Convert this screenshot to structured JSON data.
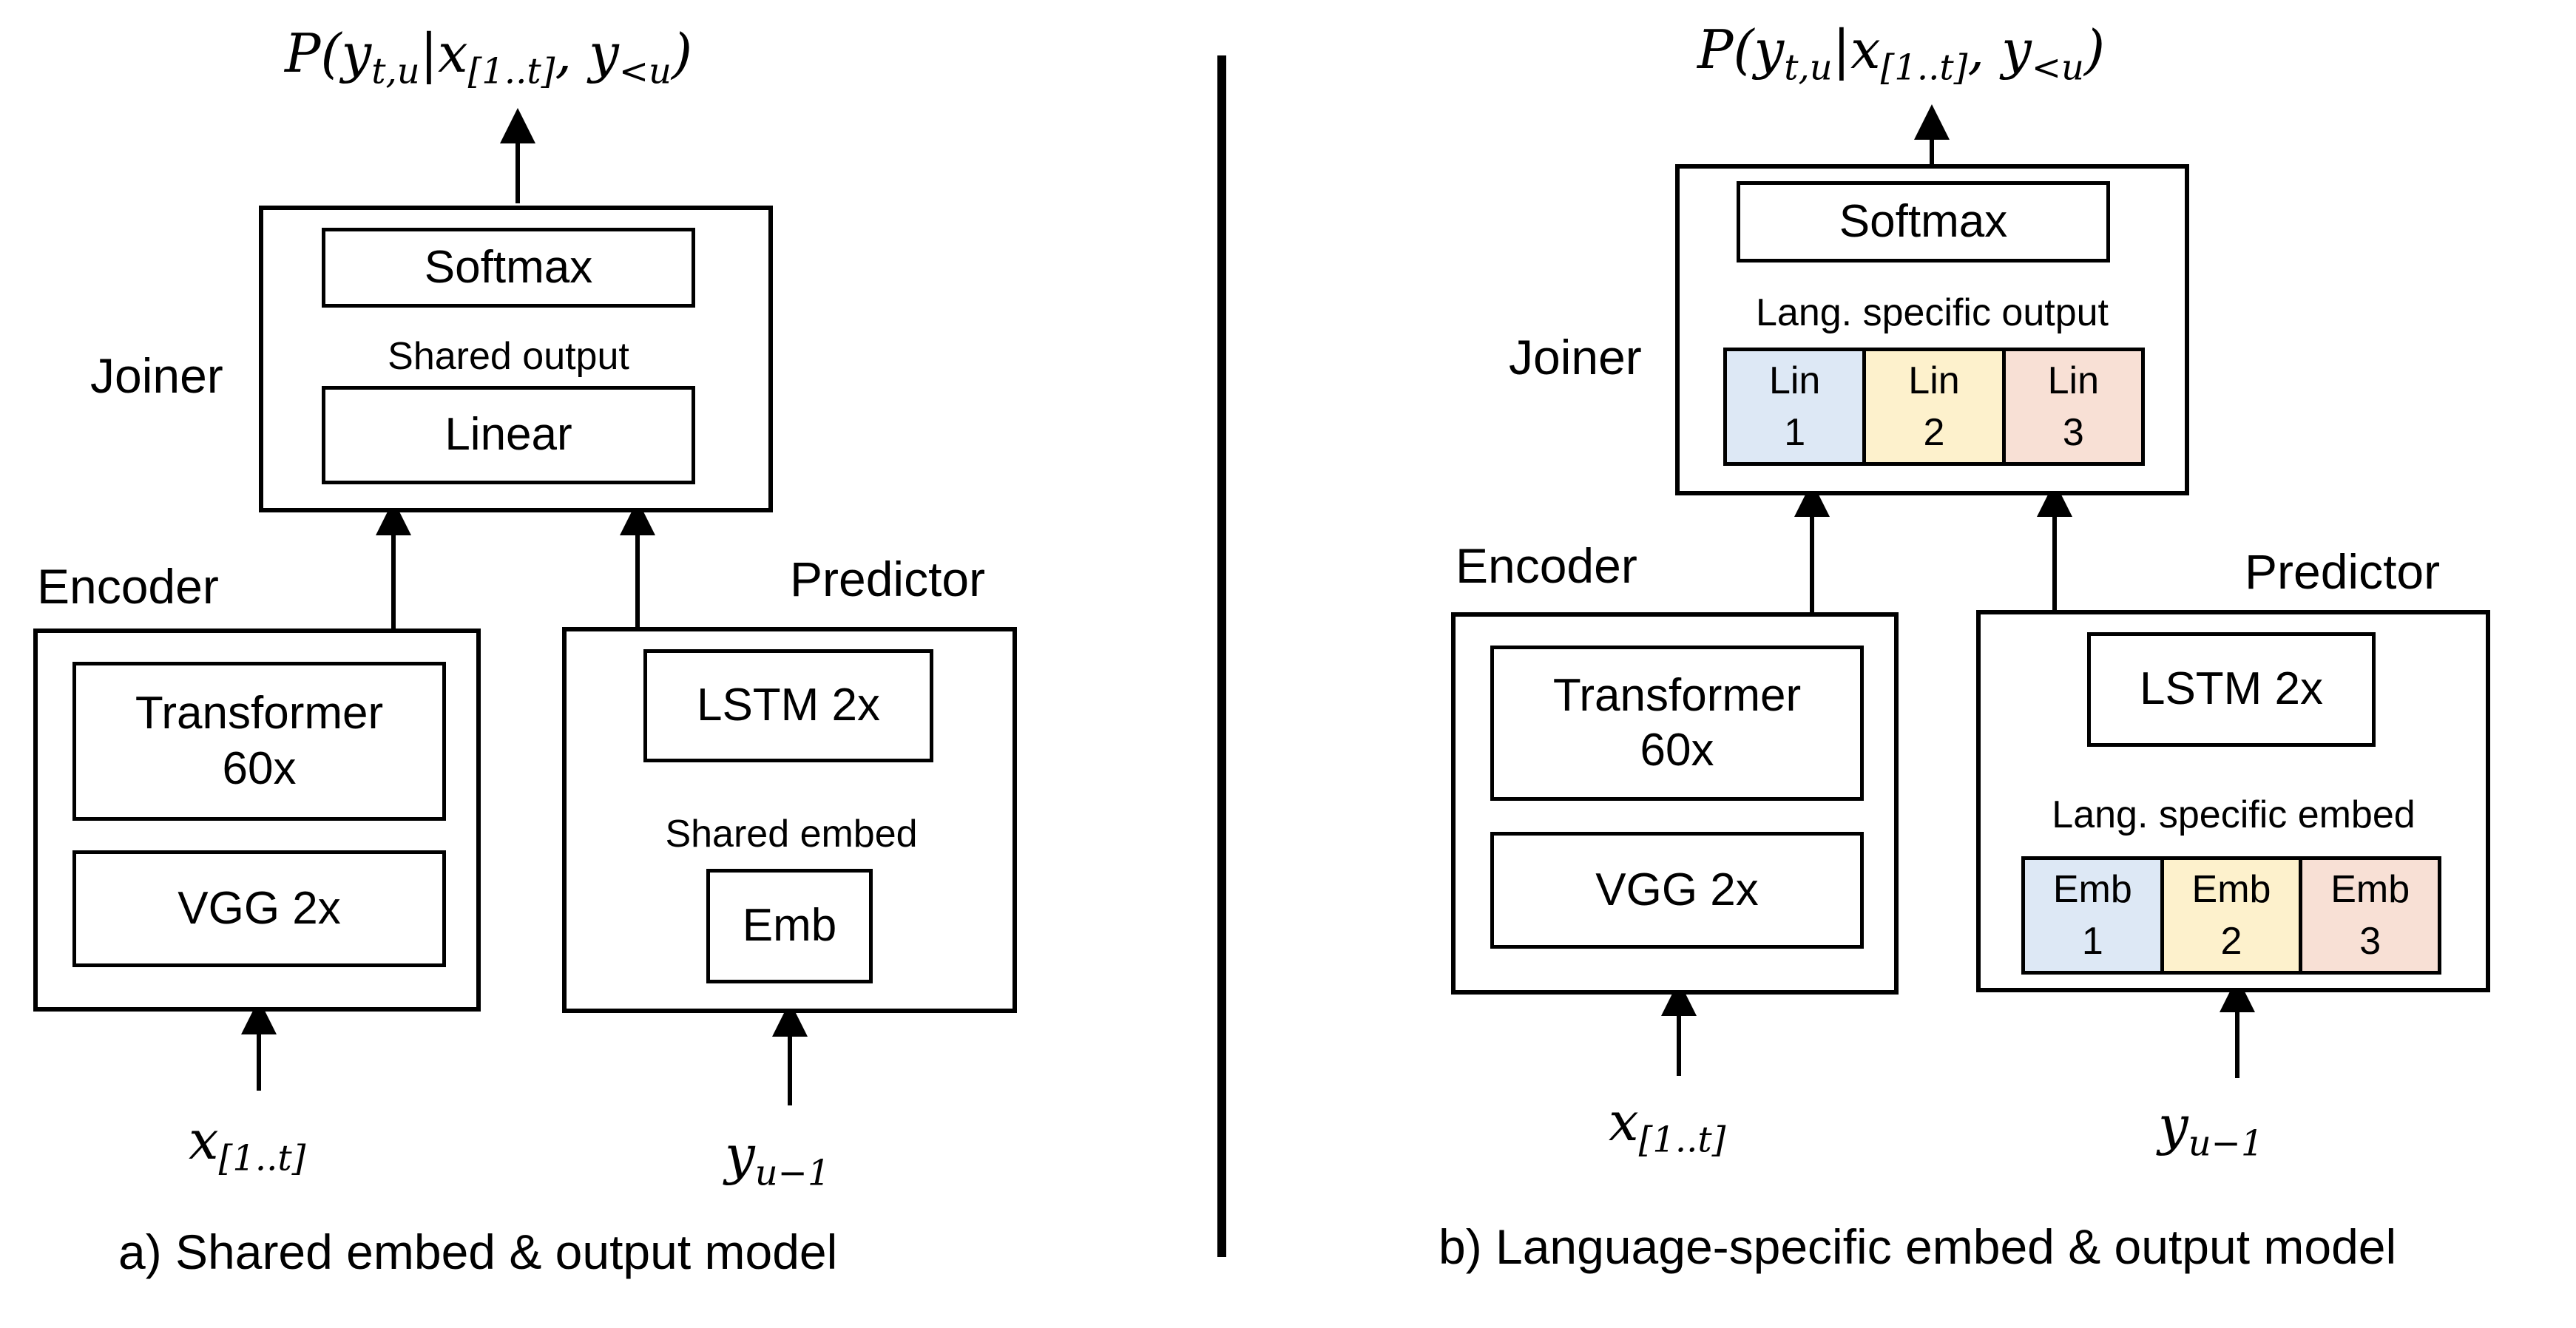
{
  "panel_a": {
    "output_prob": "P(y",
    "output_prob_sub": "t,u",
    "output_prob_rest": "|x",
    "output_prob_sub2": "[1..t]",
    "output_prob_comma": ", y",
    "output_prob_sub3": "<u",
    "output_prob_close": ")",
    "joiner_label": "Joiner",
    "softmax": "Softmax",
    "shared_output": "Shared output",
    "linear": "Linear",
    "encoder_label": "Encoder",
    "predictor_label": "Predictor",
    "transformer": "Transformer\n60x",
    "vgg": "VGG 2x",
    "lstm": "LSTM 2x",
    "shared_embed": "Shared embed",
    "emb": "Emb",
    "x_input": "x",
    "x_input_sub": "[1..t]",
    "y_input": "y",
    "y_input_sub": "u−1",
    "caption": "a) Shared embed & output model"
  },
  "panel_b": {
    "output_prob": "P(y",
    "output_prob_sub": "t,u",
    "output_prob_rest": "|x",
    "output_prob_sub2": "[1..t]",
    "output_prob_comma": ", y",
    "output_prob_sub3": "<u",
    "output_prob_close": ")",
    "joiner_label": "Joiner",
    "softmax": "Softmax",
    "lang_output": "Lang. specific output",
    "lin_cells": [
      "Lin\n1",
      "Lin\n2",
      "Lin\n3"
    ],
    "encoder_label": "Encoder",
    "predictor_label": "Predictor",
    "transformer": "Transformer\n60x",
    "vgg": "VGG 2x",
    "lstm": "LSTM 2x",
    "lang_embed": "Lang. specific embed",
    "emb_cells": [
      "Emb\n1",
      "Emb\n2",
      "Emb\n3"
    ],
    "x_input": "x",
    "x_input_sub": "[1..t]",
    "y_input": "y",
    "y_input_sub": "u−1",
    "caption": "b) Language-specific embed & output model"
  },
  "colors": {
    "lang1": "#dde8f5",
    "lang2": "#fdf1cc",
    "lang3": "#f8e0d5"
  }
}
